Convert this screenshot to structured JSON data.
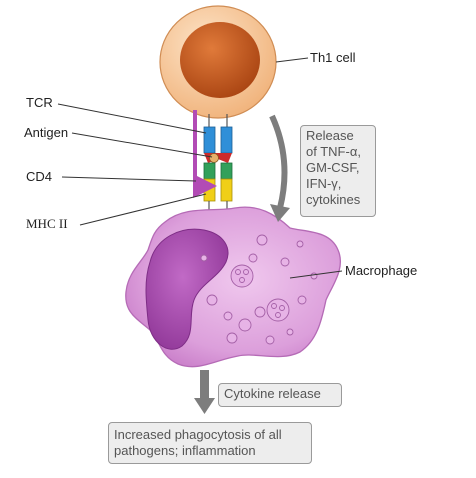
{
  "labels": {
    "th1_cell": "Th1 cell",
    "tcr": "TCR",
    "antigen": "Antigen",
    "cd4": "CD4",
    "mhc": "MHC II",
    "macrophage": "Macrophage"
  },
  "boxes": {
    "release": [
      "Release",
      "of TNF-α,",
      "GM-CSF,",
      "IFN-γ,",
      "cytokines"
    ],
    "cytokine_release": "Cytokine release",
    "outcome": [
      "Increased phagocytosis of all",
      "pathogens; inflammation"
    ]
  },
  "colors": {
    "cell_outer": "#f6c89a",
    "nucleus": "#c2571c",
    "macrophage": "#d99ad8",
    "macrophage_nucleus": "#a24ba8",
    "tcr": "#2f8fd8",
    "cd4_arrow": "#b24bb5",
    "mhc": "#f0cf17",
    "mhc_green": "#32a05a",
    "antigen": "#cc2b2b",
    "arrow_gray": "#7d7d7d"
  }
}
